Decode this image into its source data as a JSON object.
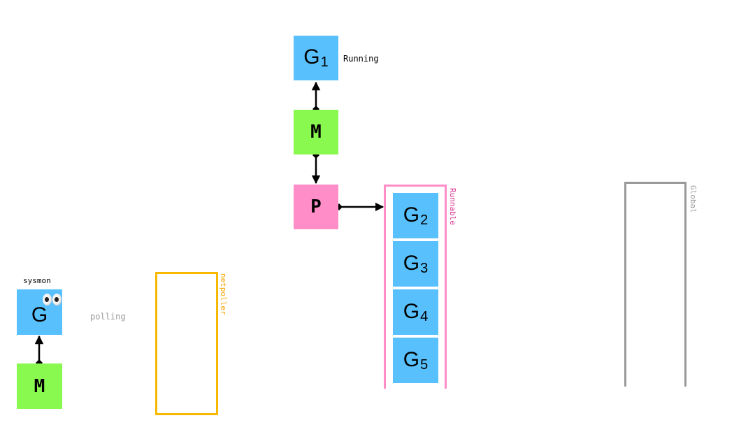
{
  "colors": {
    "goroutine": "#57c0fd",
    "machine": "#89f84f",
    "processor": "#fe8dc8",
    "runnable_frame": "#fe8dc8",
    "runnable_label": "#d6338f",
    "global_frame": "#999999",
    "netpoller_frame": "#f7b900",
    "netpoller_label": "#f7a600"
  },
  "main": {
    "running_g": {
      "letter": "G",
      "index": "1",
      "state_label": "Running"
    },
    "machine": {
      "label": "M"
    },
    "processor": {
      "label": "P"
    },
    "local_queue": {
      "label": "Runnable",
      "goroutines": [
        {
          "letter": "G",
          "index": "2"
        },
        {
          "letter": "G",
          "index": "3"
        },
        {
          "letter": "G",
          "index": "4"
        },
        {
          "letter": "G",
          "index": "5"
        }
      ]
    }
  },
  "global_queue": {
    "label": "Global"
  },
  "sysmon": {
    "title": "sysmon",
    "goroutine": {
      "letter": "G",
      "icon": "eyes-icon"
    },
    "machine": {
      "label": "M"
    },
    "action_label": "polling"
  },
  "netpoller": {
    "label": "netpoller"
  }
}
